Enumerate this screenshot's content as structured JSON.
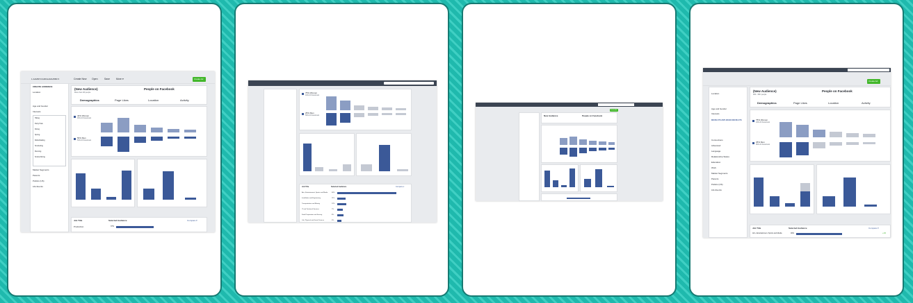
{
  "colors": {
    "accent": "#3b5998",
    "accent_light": "#8b9dc3",
    "create_green": "#42b72a",
    "frame": "#157a72",
    "background": "#1fb9ad"
  },
  "card1": {
    "account": "1 AAMMYCGRKGAMLZ5B0 ▾",
    "menu": [
      "Create New",
      "Open",
      "Save",
      "More ▾"
    ],
    "create_btn": "Create Ad",
    "sidebar_title": "CREATE AUDIENCE",
    "sidebar": [
      "Location",
      "Age and Gender",
      "Interests",
      "Market Segments",
      "Parents",
      "Politics (US)",
      "Life Events"
    ],
    "dropdown": [
      "Hiking",
      "Party Hats",
      "Diving",
      "Spring",
      "Rollerblading",
      "Snorkeling",
      "Running",
      "Scuba Diving"
    ],
    "aud_title": "(New Audience)",
    "aud_sub": "More than 1B people",
    "people": "People on Facebook",
    "tabs": [
      "Demographics",
      "Page Likes",
      "Location",
      "Activity"
    ],
    "female": "44% Women",
    "female_sub": "46% All Facebook",
    "male": "56% Men",
    "male_sub": "54% All Facebook",
    "table_col1": "Job Title",
    "table_col2": "Selected Audience",
    "compare": "Compare ▾",
    "row": "Production",
    "row_pct": "37%"
  },
  "card2": {
    "female": "75% Women",
    "female_sub": "44% All Facebook",
    "male": "25% Men",
    "male_sub": "56% All Facebook",
    "table_col1": "Job Title",
    "table_col2": "Selected Audience",
    "compare": "Compare ▾",
    "rows": [
      {
        "label": "Arts, Entertainment, Sports and Media",
        "pct": "46%"
      },
      {
        "label": "Installation and Engineering",
        "pct": "11%"
      },
      {
        "label": "Transportation and Moving",
        "pct": "12%"
      },
      {
        "label": "IT and Technical Services",
        "pct": "7%"
      },
      {
        "label": "Food Preparation and Serving",
        "pct": "8%"
      },
      {
        "label": "Life, Physical and Social Science",
        "pct": "5%"
      }
    ]
  },
  "card3": {
    "aud_title": "New Audience",
    "people": "People on Facebook",
    "create_btn": "Create Ad"
  },
  "card4": {
    "create_btn": "Create Ad",
    "sidebar": [
      "Location",
      "Age and Gender",
      "Interests",
      "Connections",
      "Advanced",
      "Language",
      "Relationship Status",
      "Education",
      "Work",
      "Market Segments",
      "Parents",
      "Politics (US)",
      "Life Events"
    ],
    "selected": "MOVIE ETS ANTI-RAVES MOVIE ETS",
    "aud_title": "(New Audience)",
    "aud_sub": "90K - 95K people",
    "people": "People on Facebook",
    "tabs": [
      "Demographics",
      "Page Likes",
      "Location",
      "Activity"
    ],
    "female": "75% Women",
    "female_sub": "44% All Facebook",
    "male": "25% Men",
    "male_sub": "56% All Facebook",
    "table_col1": "Job Title",
    "table_col2": "Selected Audience",
    "compare": "Compare ▾",
    "row": "Arts, Entertainment, Sports and Media",
    "row_pct": "46%",
    "row_cmp": "+1%"
  }
}
